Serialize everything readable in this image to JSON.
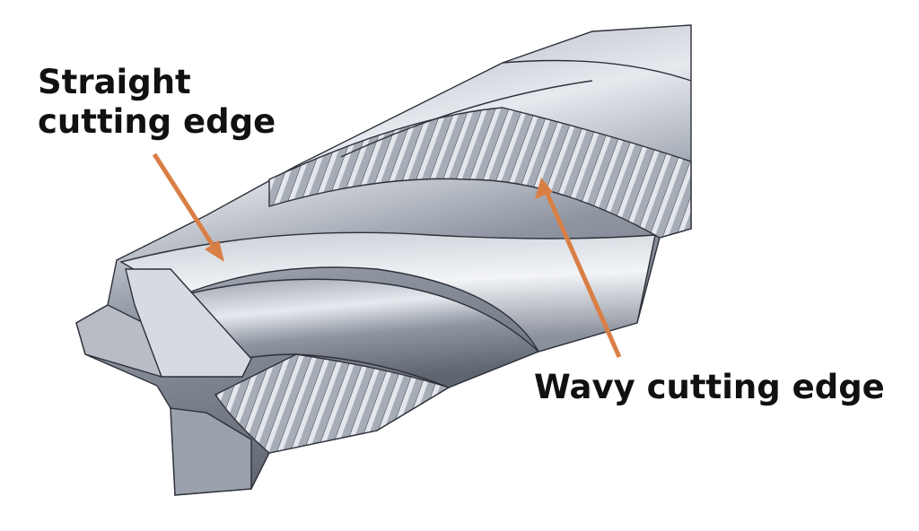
{
  "labels": {
    "straight_line1": "Straight",
    "straight_line2": "cutting edge",
    "wavy": "Wavy cutting edge"
  },
  "colors": {
    "arrow": "#d97f45",
    "metal_light": "#e4e8ee",
    "metal_dark": "#6d7380"
  }
}
